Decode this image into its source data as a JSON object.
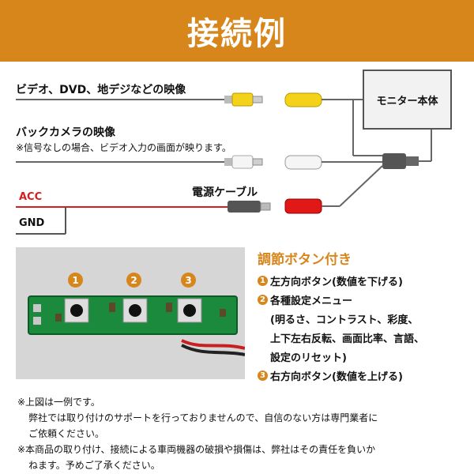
{
  "header": {
    "title": "接続例",
    "bg_color": "#d7861c"
  },
  "labels": {
    "video": "ビデオ、DVD、地デジなどの映像",
    "back_camera": "バックカメラの映像",
    "back_note": "※信号なしの場合、ビデオ入力の画面が映ります。",
    "power": "電源ケーブル",
    "acc": "ACC",
    "gnd": "GND",
    "monitor": "モニター本体"
  },
  "connector_colors": {
    "yellow": "#f4d21a",
    "white": "#f5f5f5",
    "red": "#e01818",
    "accent": "#d7861c",
    "acc_text": "#d71d1d"
  },
  "buttons_section": {
    "title": "調節ボタン付き",
    "badges": [
      "1",
      "2",
      "3"
    ],
    "items": [
      {
        "num": "1",
        "text": "左方向ボタン(数値を下げる)"
      },
      {
        "num": "2",
        "text": "各種設定メニュー"
      },
      {
        "text": "(明るさ、コントラスト、彩度、"
      },
      {
        "text": "上下左右反転、画面比率、言語、"
      },
      {
        "text": "設定のリセット)"
      },
      {
        "num": "3",
        "text": "右方向ボタン(数値を上げる)"
      }
    ]
  },
  "notes": [
    "※上図は一例です。",
    "弊社では取り付けのサポートを行っておりませんので、自信のない方は専門業者に",
    "ご依頼ください。",
    "※本商品の取り付け、接続による車両機器の破損や損傷は、弊社はその責任を負いか",
    "ねます。予めご了承ください。"
  ]
}
